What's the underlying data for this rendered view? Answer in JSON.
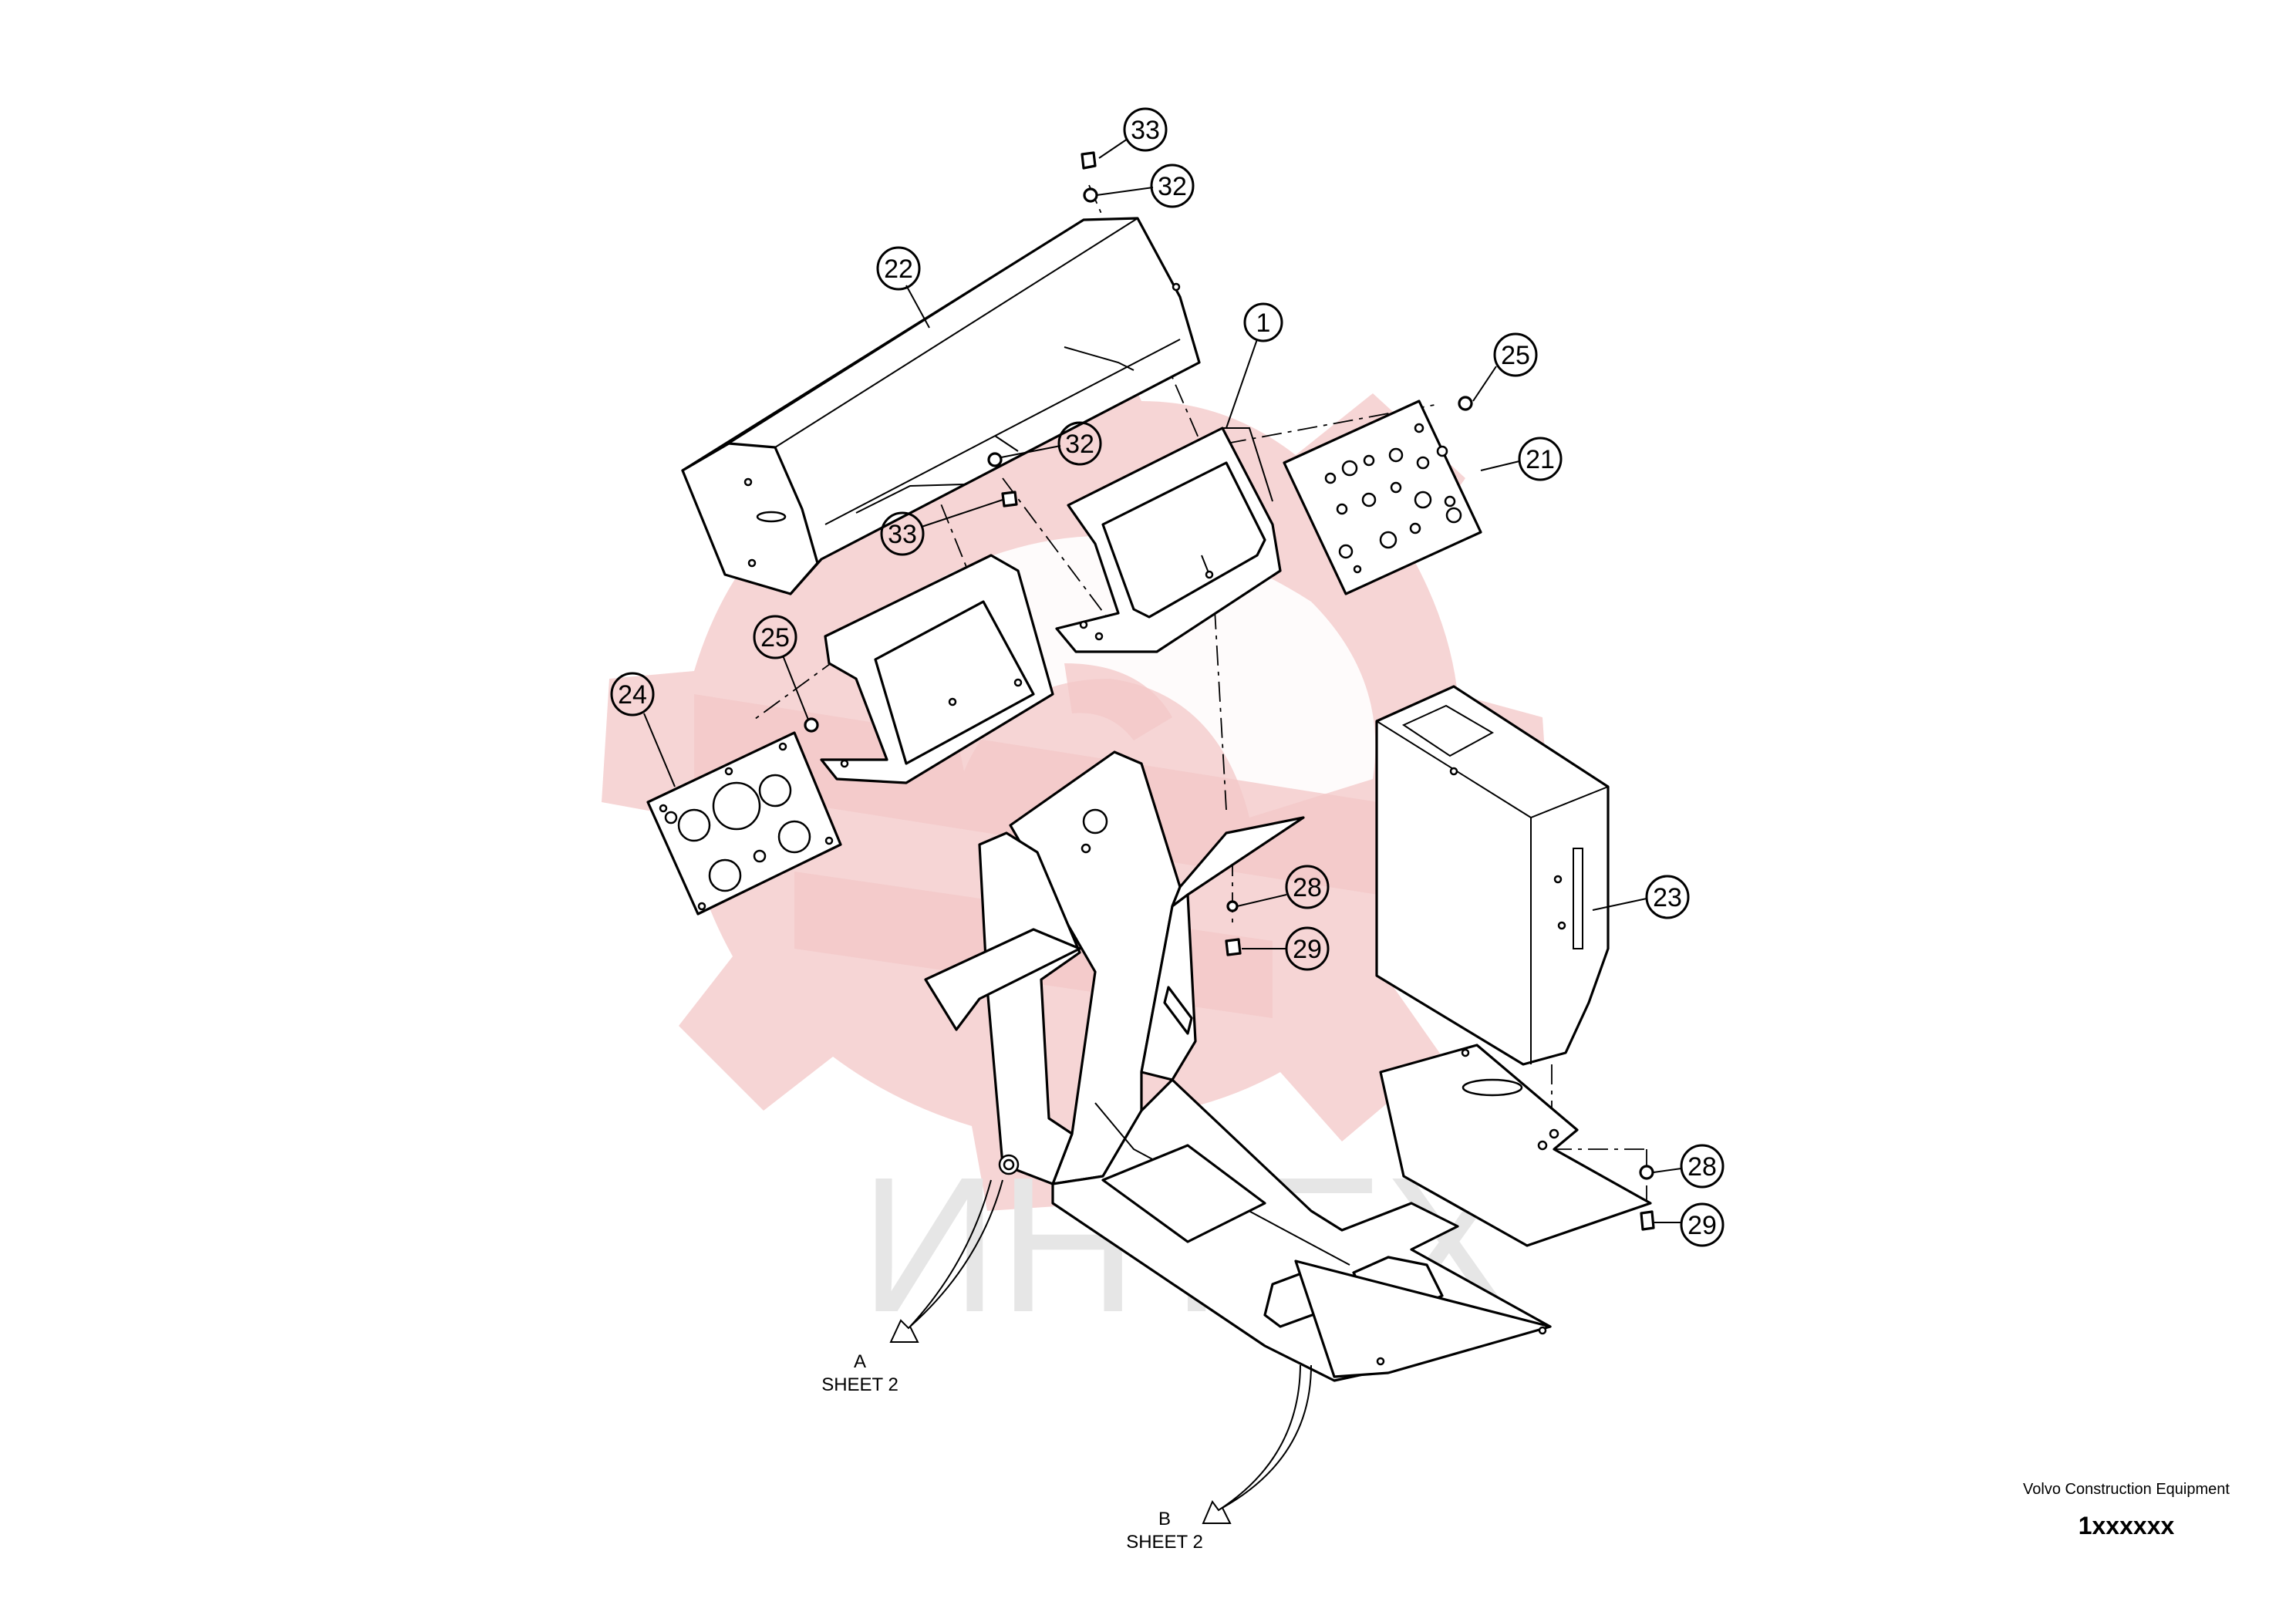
{
  "diagram": {
    "callouts": [
      "33",
      "32",
      "22",
      "1",
      "25",
      "21",
      "32",
      "33",
      "25",
      "24",
      "28",
      "29",
      "23",
      "28",
      "29"
    ],
    "refs": [
      {
        "letter": "A",
        "sheet": "SHEET 2"
      },
      {
        "letter": "B",
        "sheet": "SHEET 2"
      }
    ],
    "watermark_text": "ИНТЕХ",
    "colors": {
      "line": "#000000",
      "watermark_red": "#f3c7c7",
      "watermark_gray": "#e6e6e6"
    }
  },
  "footer": {
    "company": "Volvo Construction Equipment",
    "doc_number": "1xxxxxx"
  }
}
